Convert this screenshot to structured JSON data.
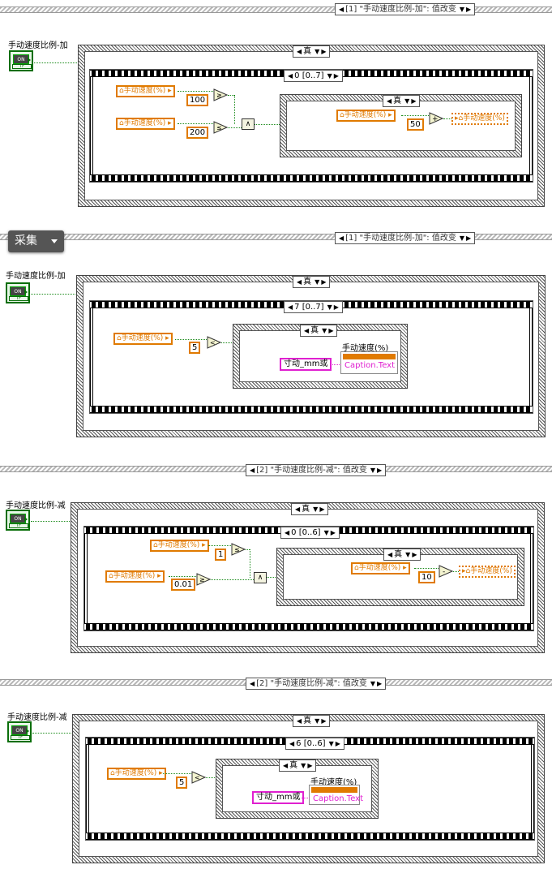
{
  "toolbar": {
    "label": "采集"
  },
  "panels": [
    {
      "event_case": "[1] \"手动速度比例-加\": 值改变",
      "control_label": "手动速度比例-加",
      "control_on": "ON",
      "control_tf": "TF",
      "case_selector": "真",
      "sequence_selector": "0 [0..7]",
      "inner_case_selector": "真",
      "var1": "手动速度(%)",
      "var2": "手动速度(%)",
      "const1": "100",
      "const2": "200",
      "cmp1": "≥",
      "cmp2": "≤",
      "and": "∧",
      "inner_var_in": "手动速度(%)",
      "inner_const": "50",
      "inner_op": "+",
      "inner_var_out": "手动速度(%)"
    },
    {
      "event_case": "[1] \"手动速度比例-加\": 值改变",
      "control_label": "手动速度比例-加",
      "control_on": "ON",
      "control_tf": "TF",
      "case_selector": "真",
      "sequence_selector": "7 [0..7]",
      "inner_case_selector": "真",
      "var1": "手动速度(%)",
      "const1": "5",
      "cmp1": "<",
      "prop_label": "手动速度(%)",
      "string_const": "寸动_mm或",
      "prop_field": "Caption.Text"
    },
    {
      "event_case": "[2] \"手动速度比例-减\": 值改变",
      "control_label": "手动速度比例-减",
      "control_on": "ON",
      "control_tf": "TF",
      "case_selector": "真",
      "sequence_selector": "0 [0..6]",
      "inner_case_selector": "真",
      "var1": "手动速度(%)",
      "var2": "手动速度(%)",
      "const1": "1",
      "const2": "0.01",
      "cmp1": "≤",
      "cmp2": "≥",
      "and": "∧",
      "inner_var_in": "手动速度(%)",
      "inner_const": "10",
      "inner_op": "-",
      "inner_var_out": "手动速度(%)"
    },
    {
      "event_case": "[2] \"手动速度比例-减\": 值改变",
      "control_label": "手动速度比例-减",
      "control_on": "ON",
      "control_tf": "TF",
      "case_selector": "真",
      "sequence_selector": "6 [0..6]",
      "inner_case_selector": "真",
      "var1": "手动速度(%)",
      "const1": "5",
      "cmp1": "<",
      "prop_label": "手动速度(%)",
      "string_const": "寸动_mm或",
      "prop_field": "Caption.Text"
    }
  ]
}
